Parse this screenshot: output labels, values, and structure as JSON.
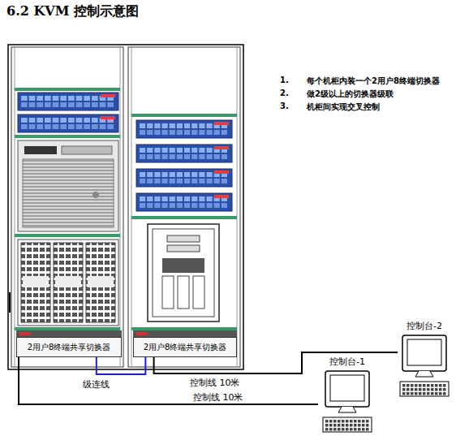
{
  "diagram": {
    "title": "6.2 KVM 控制示意图",
    "nodes": [
      {
        "text": [
          "2用户8终端共享切换器"
        ]
      },
      {
        "text": [
          "2用户8终端共享切换器"
        ]
      },
      {
        "text": [
          "控制台-1"
        ]
      },
      {
        "text": [
          "控制台-2"
        ]
      }
    ],
    "edges": [
      {
        "from": 0,
        "to": 1,
        "label": "级连线",
        "arrow": "none"
      },
      {
        "from": 1,
        "to": 3,
        "label": "控制线 10米",
        "arrow": "none"
      },
      {
        "from": 0,
        "to": 2,
        "label": "控制线 10米",
        "arrow": "none"
      }
    ],
    "labels": [
      "1.",
      "每个机柜内装一个2用户8终端切换器",
      "2.",
      "做2级以上的切换器级联",
      "3.",
      "机柜间实现交叉控制"
    ]
  }
}
